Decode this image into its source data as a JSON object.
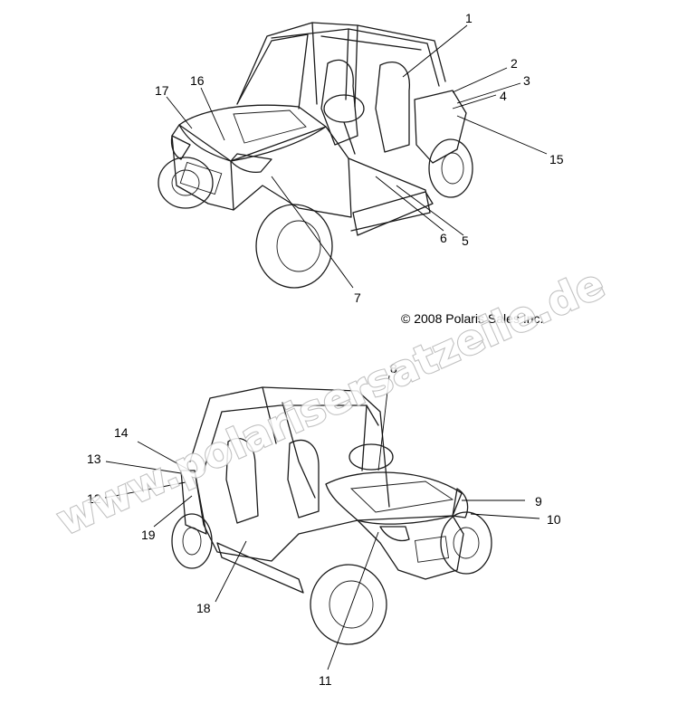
{
  "diagram": {
    "copyright": "© 2008 Polaris Sales Inc.",
    "watermark": "www.polarisersatzeile.de",
    "top_callouts": [
      "1",
      "2",
      "3",
      "4",
      "15",
      "16",
      "17",
      "6",
      "5",
      "7"
    ],
    "bottom_callouts": [
      "8",
      "14",
      "13",
      "12",
      "19",
      "9",
      "10",
      "18",
      "11"
    ]
  }
}
